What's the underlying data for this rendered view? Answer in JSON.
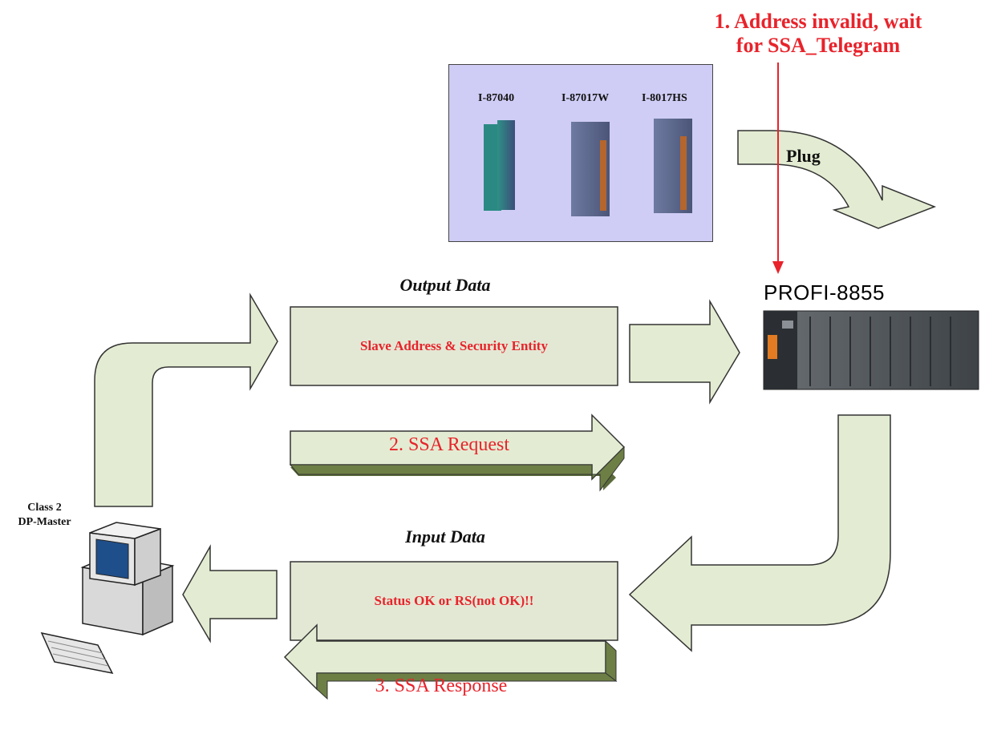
{
  "step1": {
    "line1": "1. Address invalid, wait",
    "line2": "for SSA_Telegram"
  },
  "modules": [
    {
      "label": "I-87040"
    },
    {
      "label": "I-87017W"
    },
    {
      "label": "I-8017HS"
    }
  ],
  "plug_label": "Plug",
  "device": {
    "title": "PROFI-8855"
  },
  "output": {
    "title": "Output Data",
    "box_text": "Slave Address & Security Entity"
  },
  "step2": {
    "label": "2. SSA Request"
  },
  "input": {
    "title": "Input Data",
    "box_text": "Status OK or RS(not OK)!!"
  },
  "step3": {
    "label": "3. SSA Response"
  },
  "master": {
    "line1": "Class 2",
    "line2": "DP-Master"
  },
  "colors": {
    "arrow_fill": "#e3ecd2",
    "box_fill": "#e3e8d4",
    "accent_red": "#e8232b",
    "panel_fill": "#cfcdf5"
  }
}
